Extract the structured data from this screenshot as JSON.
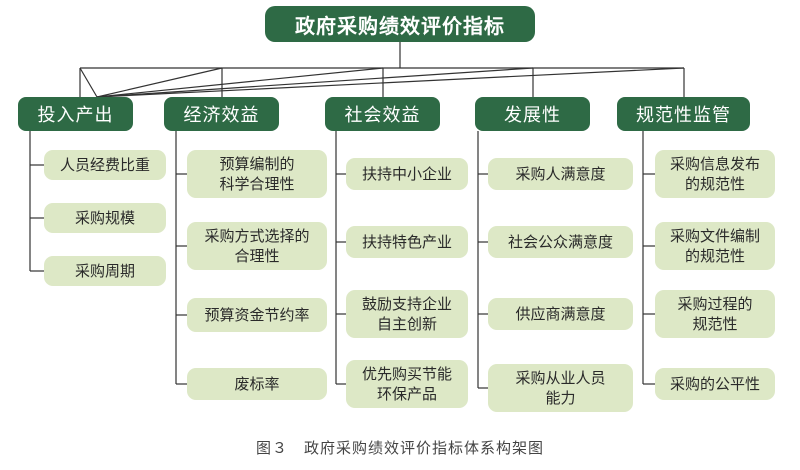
{
  "root": {
    "label": "政府采购绩效评价指标"
  },
  "categories": [
    {
      "label": "投入产出",
      "items": [
        "人员经费比重",
        "采购规模",
        "采购周期"
      ]
    },
    {
      "label": "经济效益",
      "items": [
        "预算编制的\n科学合理性",
        "采购方式选择的\n合理性",
        "预算资金节约率",
        "废标率"
      ]
    },
    {
      "label": "社会效益",
      "items": [
        "扶持中小企业",
        "扶持特色产业",
        "鼓励支持企业\n自主创新",
        "优先购买节能\n环保产品"
      ]
    },
    {
      "label": "发展性",
      "items": [
        "采购人满意度",
        "社会公众满意度",
        "供应商满意度",
        "采购从业人员\n能力"
      ]
    },
    {
      "label": "规范性监管",
      "items": [
        "采购信息发布\n的规范性",
        "采购文件编制\n的规范性",
        "采购过程的\n规范性",
        "采购的公平性"
      ]
    }
  ],
  "caption": "图３　政府采购绩效评价指标体系构架图",
  "colors": {
    "dark_green": "#2e6a45",
    "light_green": "#dde8c6",
    "line": "#333333"
  }
}
